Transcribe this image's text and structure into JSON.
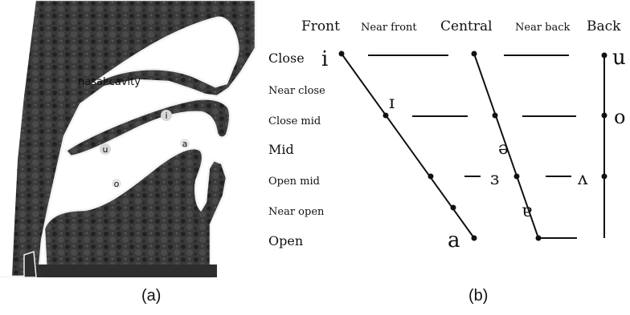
{
  "panel_a": {
    "label_nasal": "nasal cavity",
    "markers": [
      "i",
      "u",
      "a",
      "o"
    ],
    "caption": "(a)"
  },
  "panel_b": {
    "columns": [
      "Front",
      "Near front",
      "Central",
      "Near back",
      "Back"
    ],
    "rows": [
      "Close",
      "Near close",
      "Close mid",
      "Mid",
      "Open mid",
      "Near open",
      "Open"
    ],
    "vowels": [
      "i",
      "ɪ",
      "a",
      "ə",
      "ɜ",
      "ɐ",
      "u",
      "o",
      "ʌ"
    ],
    "caption": "(b)"
  }
}
